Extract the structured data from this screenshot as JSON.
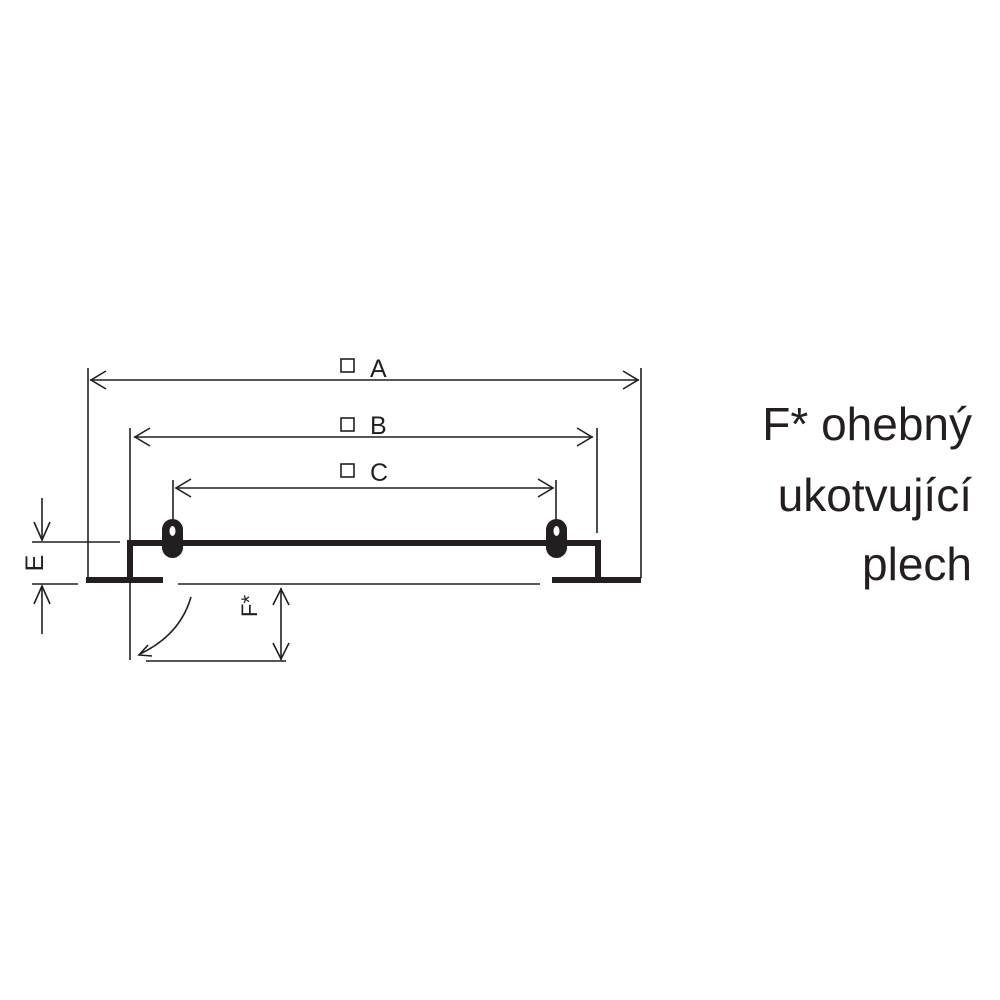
{
  "dimensions": {
    "a_label": "A",
    "b_label": "B",
    "c_label": "C",
    "e_label": "E",
    "f_label": "F*"
  },
  "note": {
    "line1": "F* ohebný",
    "line2": "ukotvující",
    "line3": "plech"
  },
  "colors": {
    "ink": "#231f20",
    "background": "#ffffff"
  }
}
